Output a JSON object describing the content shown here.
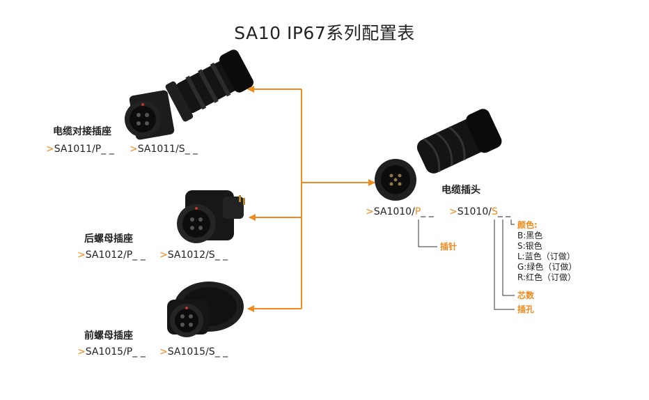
{
  "title": "SA10 IP67系列配置表",
  "colors": {
    "accent": "#f08a1c",
    "connector_body": "#1a1a1a"
  },
  "products": {
    "cable_receptacle": {
      "label": "电缆对接插座",
      "code_p": "SA1011/P_ _",
      "code_s": "SA1011/S_ _"
    },
    "rear_panel": {
      "label": "后螺母插座",
      "code_p": "SA1012/P_ _",
      "code_s": "SA1012/S_ _"
    },
    "front_panel": {
      "label": "前螺母插座",
      "code_p": "SA1015/P_ _",
      "code_s": "SA1015/S_ _"
    },
    "cable_plug": {
      "label": "电缆插头",
      "code_p_prefix": "SA1010/",
      "code_p_letter": "P",
      "code_p_suffix": "_ _",
      "code_s_prefix": "S1010/",
      "code_s_letter": "S",
      "code_s_suffix": "_ _"
    }
  },
  "legend": {
    "pin": "插针",
    "color_title": "颜色:",
    "colors": [
      "B:黑色",
      "S:银色",
      "L:蓝色（订做）",
      "G:绿色（订做）",
      "R:红色（订做）"
    ],
    "cores": "芯数",
    "socket": "插孔"
  }
}
